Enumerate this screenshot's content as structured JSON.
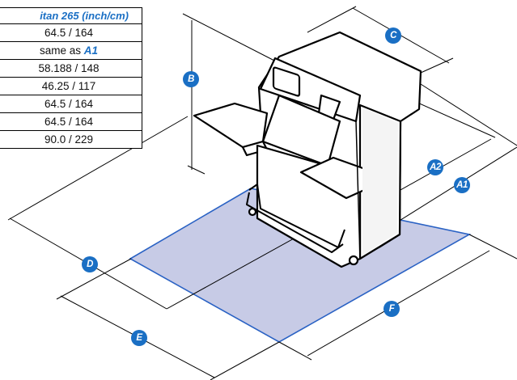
{
  "colors": {
    "accent": "#1a6fc4",
    "floor_fill": "#c7cbe6",
    "floor_stroke": "#2a62c4"
  },
  "table": {
    "title": "itan 265 (inch/cm)",
    "rows": [
      {
        "text": "64.5 / 164",
        "hl": ""
      },
      {
        "text": "same as ",
        "hl": "A1"
      },
      {
        "text": "58.188 / 148",
        "hl": ""
      },
      {
        "text": "46.25 / 117",
        "hl": ""
      },
      {
        "text": "64.5 / 164",
        "hl": ""
      },
      {
        "text": "64.5 / 164",
        "hl": ""
      },
      {
        "text": "90.0 / 229",
        "hl": ""
      }
    ]
  },
  "dimensions": {
    "b": "B",
    "c": "C",
    "a2": "A2",
    "a1": "A1",
    "d": "D",
    "e": "E",
    "f": "F"
  }
}
